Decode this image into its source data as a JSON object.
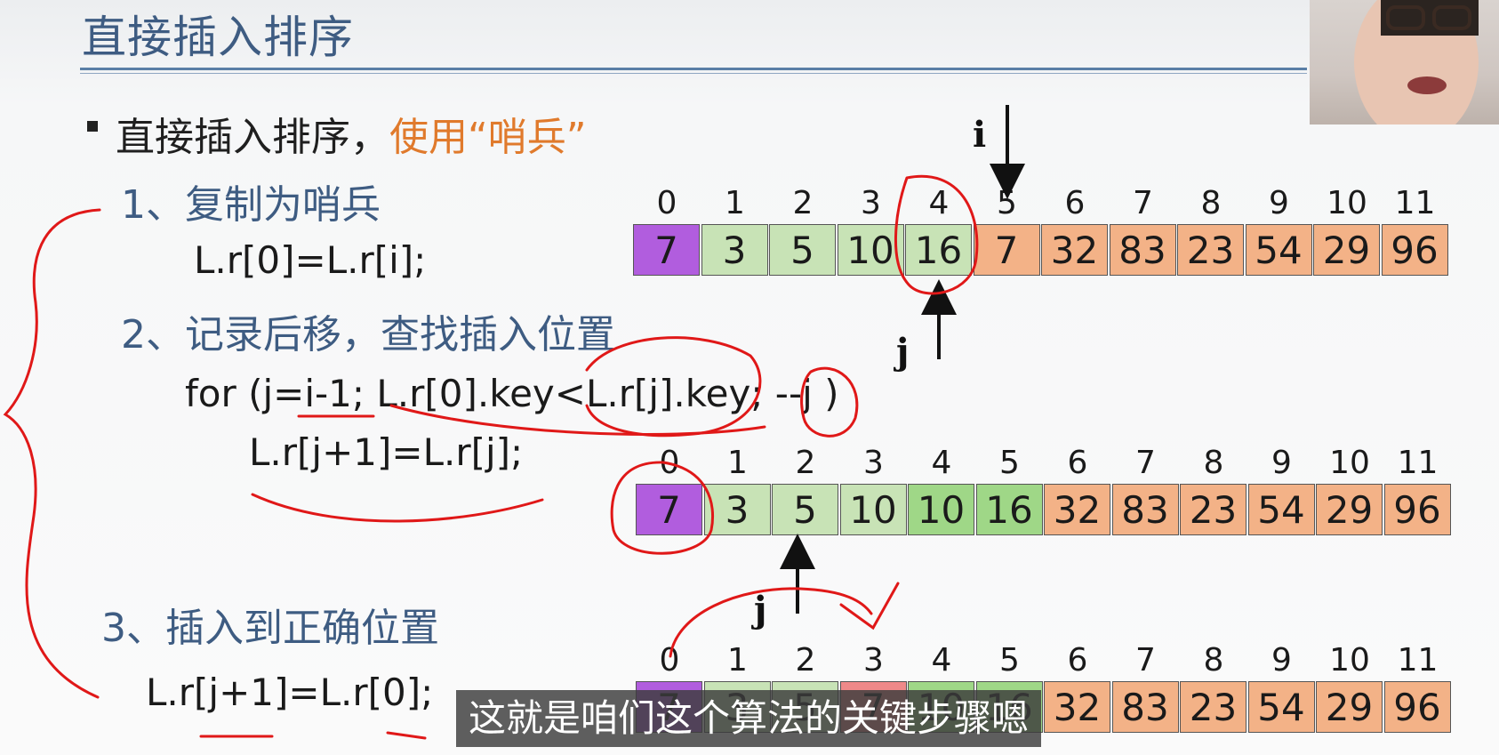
{
  "slide": {
    "title": "直接插入排序",
    "bullet": {
      "prefix": "直接插入排序，",
      "highlight": "使用“哨兵”"
    },
    "steps": [
      {
        "label": "1、复制为哨兵",
        "code": [
          "L.r[0]=L.r[i];"
        ]
      },
      {
        "label": "2、记录后移，查找插入位置",
        "code": [
          "for (j=i-1; L.r[0].key<L.r[j].key; --j )",
          "L.r[j+1]=L.r[j];"
        ]
      },
      {
        "label": "3、插入到正确位置",
        "code": [
          "L.r[j+1]=L.r[0];"
        ]
      }
    ],
    "pointers": {
      "i": "i",
      "j": "j"
    }
  },
  "arrays": [
    {
      "indices": [
        "0",
        "1",
        "2",
        "3",
        "4",
        "5",
        "6",
        "7",
        "8",
        "9",
        "10",
        "11"
      ],
      "values": [
        "7",
        "3",
        "5",
        "10",
        "16",
        "7",
        "32",
        "83",
        "23",
        "54",
        "29",
        "96"
      ],
      "colors": [
        "purple",
        "lgreen",
        "lgreen",
        "lgreen",
        "lgreen",
        "orange",
        "orange",
        "orange",
        "orange",
        "orange",
        "orange",
        "orange"
      ]
    },
    {
      "indices": [
        "0",
        "1",
        "2",
        "3",
        "4",
        "5",
        "6",
        "7",
        "8",
        "9",
        "10",
        "11"
      ],
      "values": [
        "7",
        "3",
        "5",
        "10",
        "10",
        "16",
        "32",
        "83",
        "23",
        "54",
        "29",
        "96"
      ],
      "colors": [
        "purple",
        "lgreen",
        "lgreen",
        "lgreen",
        "green",
        "green",
        "orange",
        "orange",
        "orange",
        "orange",
        "orange",
        "orange"
      ]
    },
    {
      "indices": [
        "0",
        "1",
        "2",
        "3",
        "4",
        "5",
        "6",
        "7",
        "8",
        "9",
        "10",
        "11"
      ],
      "values": [
        "7",
        "3",
        "5",
        "7",
        "10",
        "16",
        "32",
        "83",
        "23",
        "54",
        "29",
        "96"
      ],
      "colors": [
        "purple",
        "lgreen",
        "lgreen",
        "pink",
        "green",
        "green",
        "orange",
        "orange",
        "orange",
        "orange",
        "orange",
        "orange"
      ]
    }
  ],
  "subtitle": "这就是咱们这个算法的关键步骤嗯",
  "colors": {
    "purple": "#b15dde",
    "lgreen": "#c8e3b6",
    "green": "#9fd787",
    "orange": "#f3b287",
    "pink": "#ef8989",
    "title": "#3e5c82",
    "highlight": "#e07a2c",
    "annotation": "#e01818"
  }
}
